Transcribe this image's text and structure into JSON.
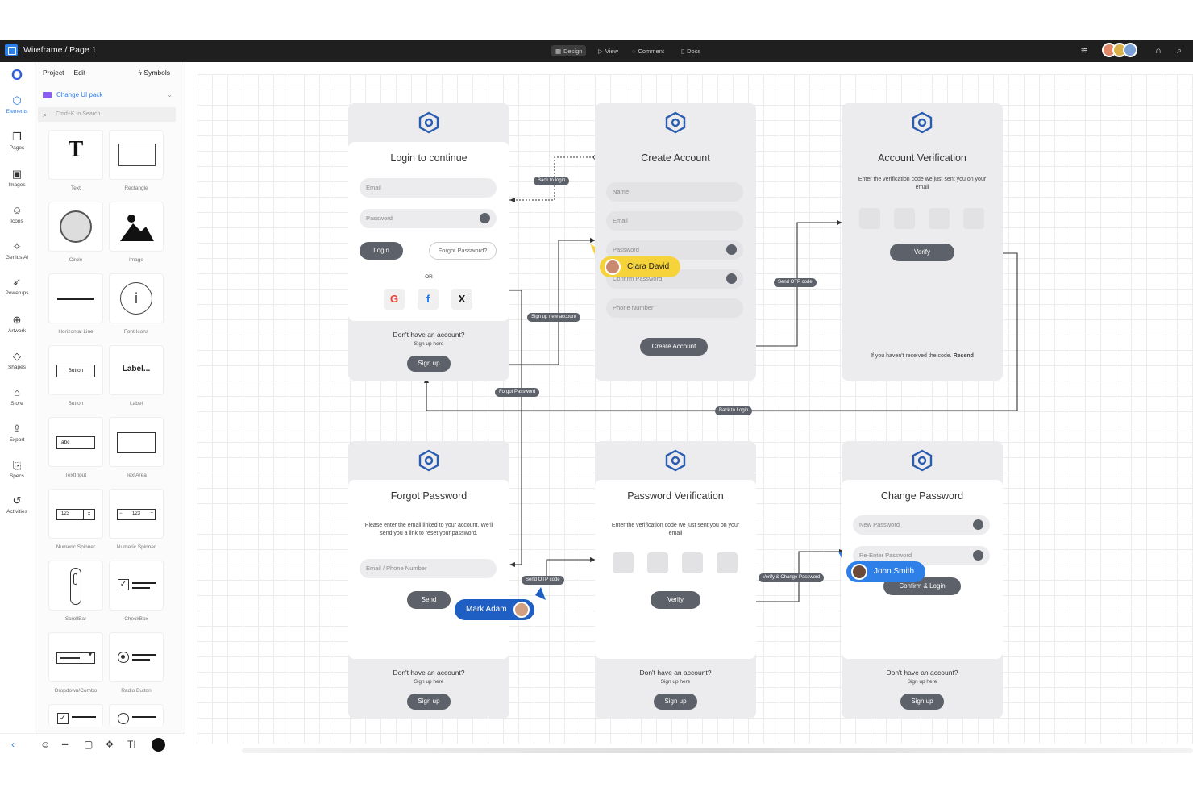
{
  "window": {
    "title": "Wireframe / Page 1"
  },
  "topnav": [
    {
      "label": "Design",
      "icon": "grid-icon",
      "active": true
    },
    {
      "label": "View",
      "icon": "play-icon"
    },
    {
      "label": "Comment",
      "icon": "comment-icon"
    },
    {
      "label": "Docs",
      "icon": "doc-icon"
    }
  ],
  "rail": [
    {
      "label": "Elements",
      "icon": "cube-icon",
      "selected": true
    },
    {
      "label": "Pages",
      "icon": "pages-icon"
    },
    {
      "label": "Images",
      "icon": "image-icon"
    },
    {
      "label": "Icons",
      "icon": "smiley-icon"
    },
    {
      "label": "Genius AI",
      "icon": "sparkle-icon"
    },
    {
      "label": "Powerups",
      "icon": "rocket-icon"
    },
    {
      "label": "Artwork",
      "icon": "globe-icon"
    },
    {
      "label": "Shapes",
      "icon": "diamond-icon"
    },
    {
      "label": "Store",
      "icon": "bag-icon"
    },
    {
      "label": "Export",
      "icon": "export-icon"
    },
    {
      "label": "Specs",
      "icon": "specs-icon"
    },
    {
      "label": "Activities",
      "icon": "history-icon"
    }
  ],
  "panel": {
    "tabs": [
      "Project",
      "Edit"
    ],
    "symbols": "Symbols",
    "pack": "Change UI pack",
    "search_placeholder": "Cmd+K to Search",
    "tiles": [
      "Text",
      "Rectangle",
      "Circle",
      "Image",
      "Horizontal Line",
      "Font Icons",
      "Button",
      "Label",
      "TextInput",
      "TextArea",
      "Numeric Spinner",
      "Numeric Spinner",
      "ScrollBar",
      "CheckBox",
      "Dropdown/Combo",
      "Radio Button"
    ],
    "tile_text": {
      "button": "Button",
      "label": "Label...",
      "abc": "abc",
      "num": "123"
    }
  },
  "screens": {
    "login": {
      "title": "Login to continue",
      "email": "Email",
      "password": "Password",
      "login_btn": "Login",
      "forgot_btn": "Forgot Password?",
      "or": "OR",
      "footer_q": "Don't have an account?",
      "footer_link": "Sign up here",
      "signup_btn": "Sign up"
    },
    "create": {
      "title": "Create Account",
      "name": "Name",
      "email": "Email",
      "password": "Password",
      "confirm": "Confirm Password",
      "phone": "Phone Number",
      "btn": "Create Account"
    },
    "verify": {
      "title": "Account Verification",
      "desc": "Enter the verification code we just sent you on your email",
      "btn": "Verify",
      "resend_text": "If you haven't received the code.",
      "resend_link": "Resend"
    },
    "forgot": {
      "title": "Forgot Password",
      "desc": "Please enter the email linked to your account. We'll send you a link to reset your password.",
      "field": "Email / Phone Number",
      "btn": "Send",
      "footer_q": "Don't have an account?",
      "footer_link": "Sign up here",
      "signup_btn": "Sign up"
    },
    "pwverify": {
      "title": "Password Verification",
      "desc": "Enter the verification code we just sent you on your email",
      "btn": "Verify",
      "footer_q": "Don't have an account?",
      "footer_link": "Sign up here",
      "signup_btn": "Sign up"
    },
    "change": {
      "title": "Change Password",
      "new": "New Password",
      "reenter": "Re-Enter Password",
      "btn": "Confirm & Login",
      "footer_q": "Don't have an account?",
      "footer_link": "Sign up here",
      "signup_btn": "Sign up"
    }
  },
  "edges": {
    "back_to_login": "Back to login",
    "sign_up_new": "Sign up new account",
    "send_otp_1": "Send OTP code",
    "forgot_password": "Forgot Password",
    "back_to_login_2": "Back to Login",
    "send_otp_2": "Send OTP code",
    "verify_change": "Verify & Change Password"
  },
  "collaborators": {
    "clara": {
      "name": "Clara David",
      "color": "#f7d33b"
    },
    "mark": {
      "name": "Mark Adam",
      "color": "#1f5fc4"
    },
    "john": {
      "name": "John Smith",
      "color": "#2f7fe8"
    }
  }
}
